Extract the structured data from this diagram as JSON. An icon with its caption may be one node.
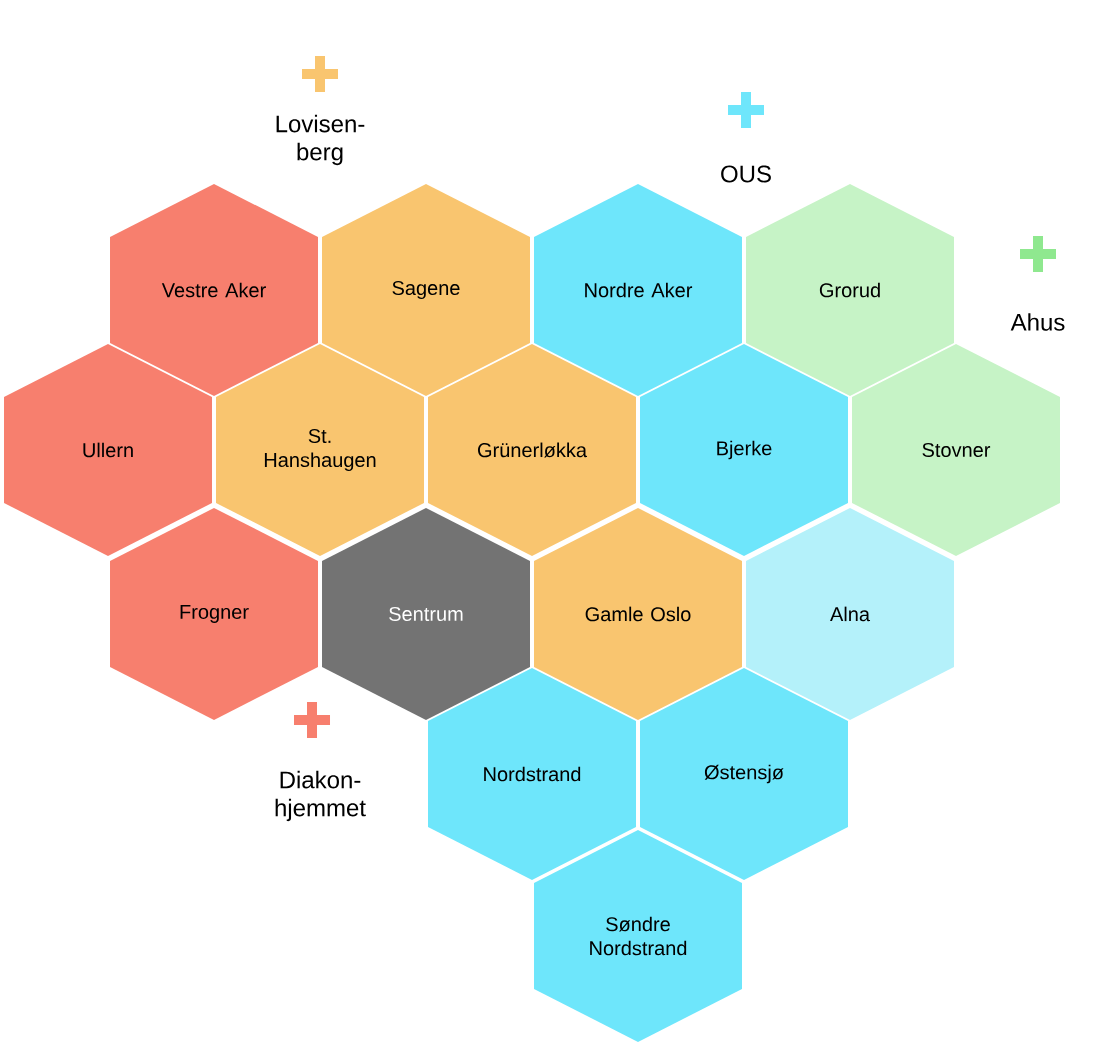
{
  "diagram": {
    "nodes": [
      {
        "text": [
          "Vestre Aker"
        ]
      },
      {
        "text": [
          "Sagene"
        ]
      },
      {
        "text": [
          "Nordre Aker"
        ]
      },
      {
        "text": [
          "Grorud"
        ]
      },
      {
        "text": [
          "Ullern"
        ]
      },
      {
        "text": [
          "St. Hanshaugen"
        ]
      },
      {
        "text": [
          "Grünerløkka"
        ]
      },
      {
        "text": [
          "Bjerke"
        ]
      },
      {
        "text": [
          "Stovner"
        ]
      },
      {
        "text": [
          "Frogner"
        ]
      },
      {
        "text": [
          "Sentrum"
        ]
      },
      {
        "text": [
          "Gamle Oslo"
        ]
      },
      {
        "text": [
          "Alna"
        ]
      },
      {
        "text": [
          "Nordstrand"
        ]
      },
      {
        "text": [
          "Østensjø"
        ]
      },
      {
        "text": [
          "Søndre Nordstrand"
        ]
      }
    ],
    "labels": [
      "Lovisen- berg",
      "OUS",
      "Ahus",
      "Diakon- hjemmet"
    ]
  }
}
